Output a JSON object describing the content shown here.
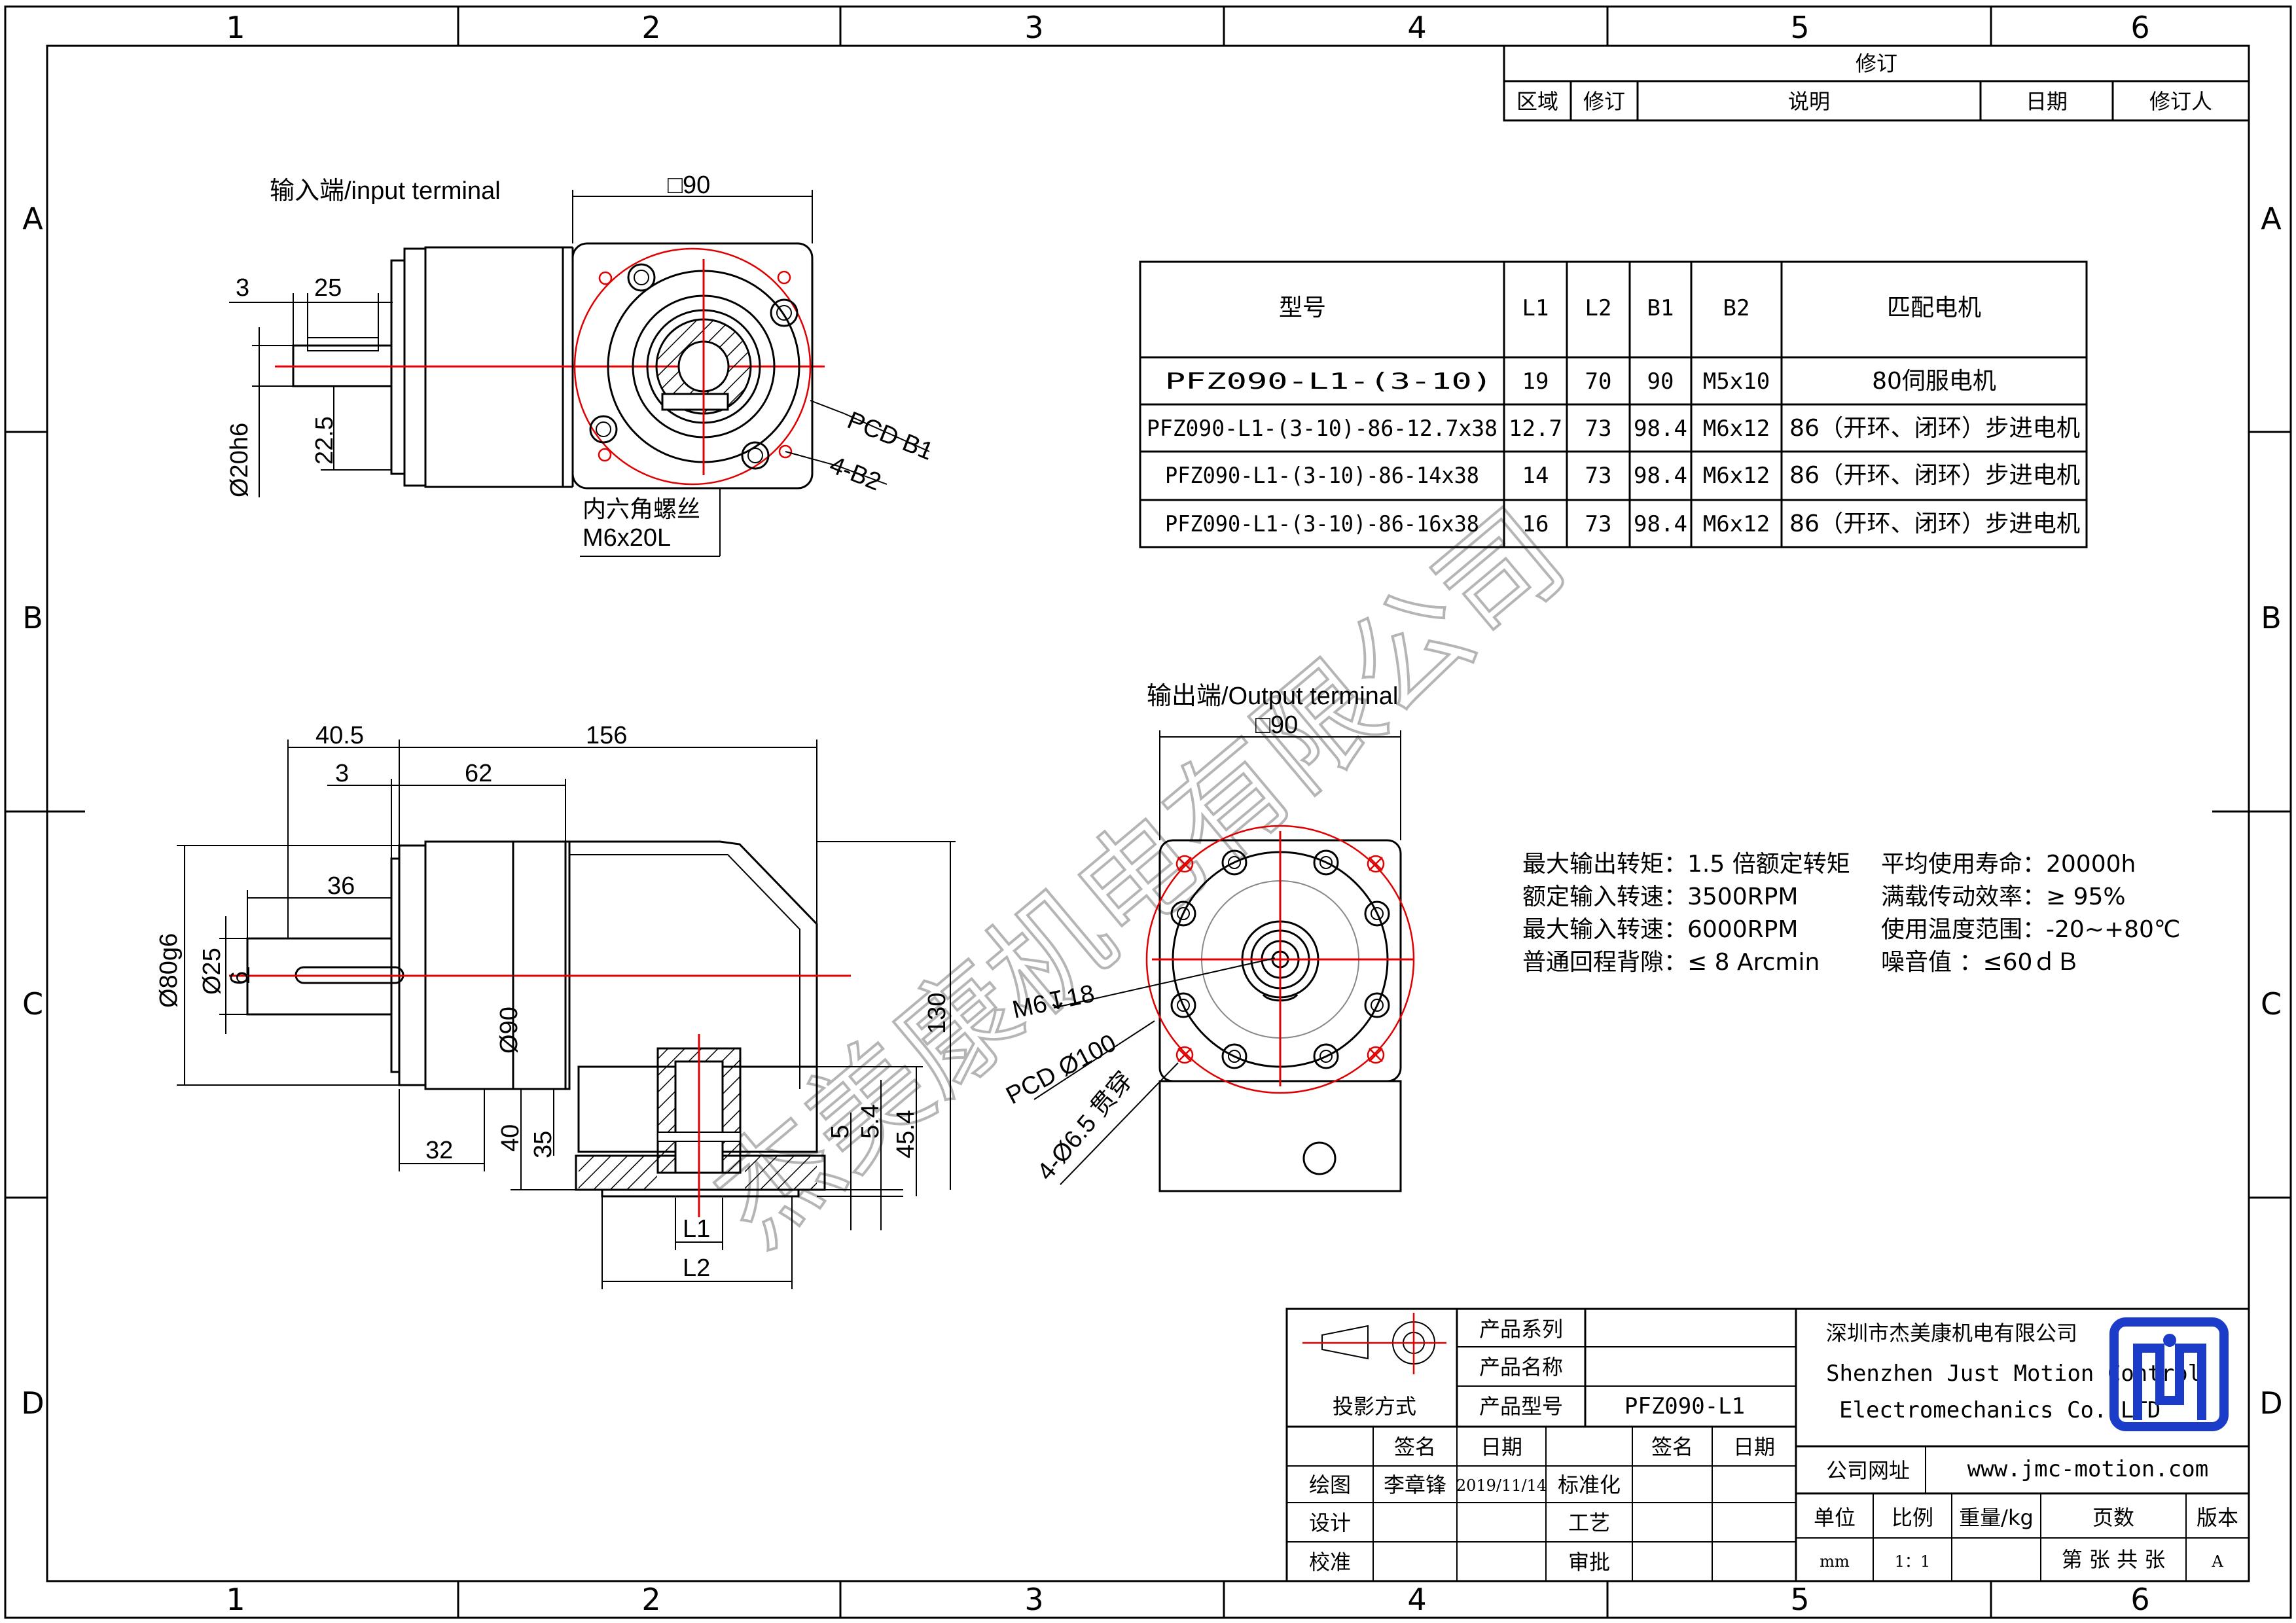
{
  "frame": {
    "zones_top": [
      "1",
      "2",
      "3",
      "4",
      "5",
      "6"
    ],
    "zones_side": [
      "A",
      "B",
      "C",
      "D"
    ]
  },
  "revision": {
    "title": "修订",
    "columns": [
      "区域",
      "修订",
      "说明",
      "日期",
      "修订人"
    ]
  },
  "input_view": {
    "title": "输入端/input terminal",
    "dim_square": "□90",
    "dim_3": "3",
    "dim_25": "25",
    "dim_shaft": "Ø20h6",
    "dim_22_5": "22.5",
    "pcd": "PCD B1",
    "holes": "4-B2",
    "screw_cn": "内六角螺丝",
    "screw": "M6x20L"
  },
  "side_view": {
    "dim_40_5": "40.5",
    "dim_156": "156",
    "dim_3": "3",
    "dim_62": "62",
    "dim_36": "36",
    "dim_80g6": "Ø80g6",
    "dim_25": "Ø25",
    "dim_6": "6",
    "dim_90": "Ø90",
    "dim_32": "32",
    "dim_40": "40",
    "dim_35": "35",
    "dim_5": "5",
    "dim_5_4": "5.4",
    "dim_45_4": "45.4",
    "dim_130": "130",
    "dim_L1": "L1",
    "dim_L2": "L2"
  },
  "output_view": {
    "title": "输出端/Output terminal",
    "dim_square": "□90",
    "thread": "M6↧18",
    "pcd": "PCD Ø100",
    "holes": "4-Ø6.5 贯穿"
  },
  "model_table": {
    "headers": [
      "型号",
      "L1",
      "L2",
      "B1",
      "B2",
      "匹配电机"
    ],
    "rows": [
      [
        "PFZ090-L1-(3-10)",
        "19",
        "70",
        "90",
        "M5x10",
        "80伺服电机"
      ],
      [
        "PFZ090-L1-(3-10)-86-12.7x38",
        "12.7",
        "73",
        "98.4",
        "M6x12",
        "86（开环、闭环）步进电机"
      ],
      [
        "PFZ090-L1-(3-10)-86-14x38",
        "14",
        "73",
        "98.4",
        "M6x12",
        "86（开环、闭环）步进电机"
      ],
      [
        "PFZ090-L1-(3-10)-86-16x38",
        "16",
        "73",
        "98.4",
        "M6x12",
        "86（开环、闭环）步进电机"
      ]
    ]
  },
  "specs": {
    "left": [
      "最大输出转矩：1.5 倍额定转矩",
      "额定输入转速：3500RPM",
      "最大输入转速：6000RPM",
      "普通回程背隙：≤ 8 Arcmin"
    ],
    "right": [
      "平均使用寿命：20000h",
      "满载传动效率：≥   95%",
      "使用温度范围：-20~+80℃",
      "噪音值         ：≤60ｄＢ"
    ]
  },
  "watermark": "杰美康机电有限公司",
  "title_block": {
    "projection": "投影方式",
    "series_label": "产品系列",
    "name_label": "产品名称",
    "model_label": "产品型号",
    "model_value": "PFZ090-L1",
    "sign": "签名",
    "date": "日期",
    "sign2": "签名",
    "date2": "日期",
    "draw": "绘图",
    "drawer": "李章锋",
    "draw_date": "2019/11/14",
    "standard": "标准化",
    "design": "设计",
    "process": "工艺",
    "check": "校准",
    "approve": "审批",
    "company_cn": "深圳市杰美康机电有限公司",
    "company_en1": "Shenzhen Just Motion Control",
    "company_en2": "Electromechanics Co.,LTD",
    "website_label": "公司网址",
    "website": "www.jmc-motion.com",
    "unit_label": "单位",
    "scale_label": "比例",
    "weight_label": "重量/kg",
    "pages_label": "页数",
    "version_label": "版本",
    "unit": "mm",
    "scale": "1：1",
    "pages": "第 张 共 张",
    "version": "A",
    "logo_color": "#1a3cc8"
  }
}
